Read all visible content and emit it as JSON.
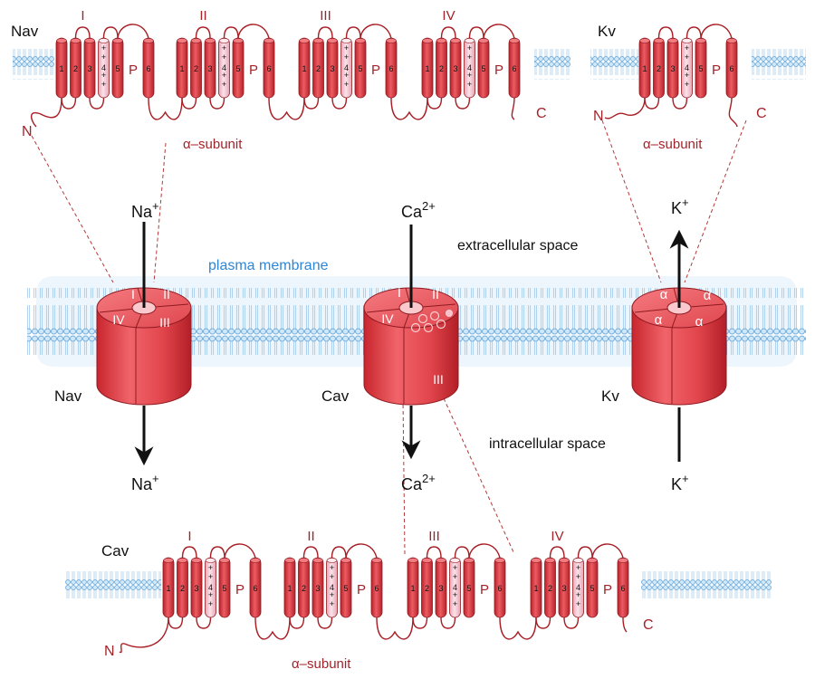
{
  "colors": {
    "helix": "#e0434b",
    "helix_dark": "#a81e24",
    "sensor": "#f6c9d3",
    "membrane_head": "#bfe0f7",
    "membrane_stroke": "#5b9fd6",
    "label_red": "#a3232a",
    "label_blue": "#2d86d6"
  },
  "labels": {
    "plasma_membrane": "plasma membrane",
    "extracellular": "extracellular space",
    "intracellular": "intracellular space",
    "alpha_subunit": "α–subunit",
    "pore": "P",
    "n_term": "N",
    "c_term": "C",
    "sensor_marks": "+"
  },
  "channels": {
    "nav": {
      "name": "Nav",
      "ion_top_base": "Na",
      "ion_top_charge": "+",
      "ion_bottom_base": "Na",
      "ion_bottom_charge": "+",
      "top_segments": [
        "I",
        "II"
      ],
      "bottom_segments": [
        "IV",
        "III"
      ]
    },
    "cav": {
      "name": "Cav",
      "ion_top_base": "Ca",
      "ion_top_charge": "2+",
      "ion_bottom_base": "Ca",
      "ion_bottom_charge": "2+",
      "top_segments": [
        "I",
        "II"
      ],
      "bottom_segments": [
        "IV",
        "III"
      ]
    },
    "kv": {
      "name": "Kv",
      "ion_top_base": "K",
      "ion_top_charge": "+",
      "ion_bottom_base": "K",
      "ion_bottom_charge": "+",
      "subunits": [
        "α",
        "α",
        "α",
        "α"
      ]
    }
  },
  "topology": {
    "nav_title": "Nav",
    "cav_title": "Cav",
    "kv_title": "Kv",
    "domains": [
      "I",
      "II",
      "III",
      "IV"
    ],
    "helices": [
      "1",
      "2",
      "3",
      "4",
      "5",
      "6"
    ]
  }
}
